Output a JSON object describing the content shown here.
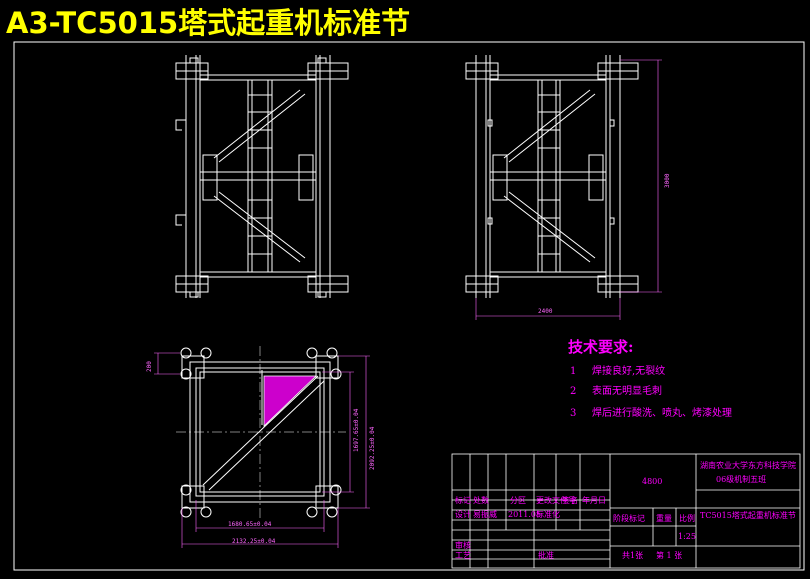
{
  "title": "A3-TC5015塔式起重机标准节",
  "requirements": {
    "heading": "技术要求:",
    "items": [
      {
        "num": "1",
        "text": "焊接良好,无裂纹"
      },
      {
        "num": "2",
        "text": "表面无明显毛刺"
      },
      {
        "num": "3",
        "text": "焊后进行酸洗、喷丸、烤漆处理"
      }
    ]
  },
  "title_block": {
    "code": "4800",
    "school_line1": "湖南农业大学东方科技学院",
    "school_line2": "06级机制五班",
    "drawing_name": "TC5015塔式起重机标准节",
    "row_labels": [
      "标记",
      "处数",
      "分区",
      "更改文件号",
      "签名",
      "年月日"
    ],
    "designer_label": "设计",
    "designer_name": "易振威",
    "date": "2011.05",
    "standardize_label": "标准化",
    "stage_label": "阶段标记",
    "weight_label": "重量",
    "scale_label": "比例",
    "scale_value": "1:25",
    "review_label": "审核",
    "process_label": "工艺",
    "approve_label": "批准",
    "sheets_total": "共1张",
    "sheet_no": "第 1 张"
  },
  "dimensions": {
    "front_height": "3000",
    "front_width": "2400",
    "plan_inner": "1697.65±0.04",
    "plan_outer": "2092.25±0.04",
    "plan_bottom_inner": "1680.65±0.04",
    "plan_bottom_outer": "2132.25±0.04",
    "plan_left": "200"
  },
  "colors": {
    "background": "#000000",
    "structure": "#ffffff",
    "dimension": "#ff00ff",
    "title": "#ffff00",
    "frame": "#ffffff",
    "hatch": "#ff00ff"
  }
}
